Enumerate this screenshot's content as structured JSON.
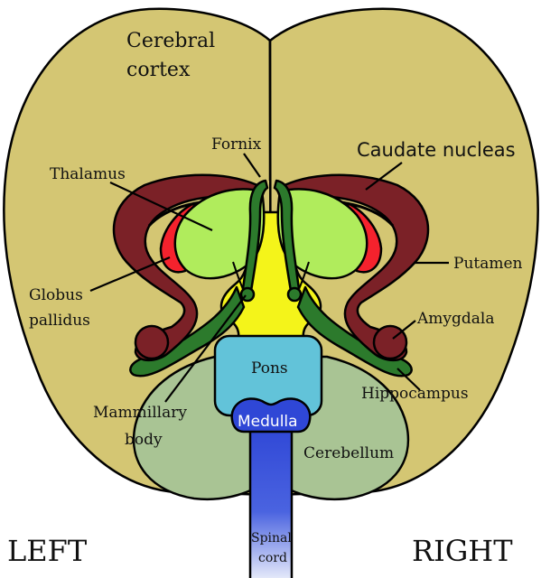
{
  "colors": {
    "cortex": "#d4c673",
    "thalamus": "#b0ec5c",
    "caudate": "#7b2127",
    "globus_pallidus": "#f5222d",
    "hippocampus": "#2c7a2c",
    "central_yellow": "#f4f41a",
    "pons": "#62c3d9",
    "medulla": "#2f47d6",
    "cerebellum": "#a9c494"
  },
  "labels": {
    "cerebral_cortex_1": "Cerebral",
    "cerebral_cortex_2": "cortex",
    "fornix": "Fornix",
    "caudate_nucleus": "Caudate nucleas",
    "thalamus": "Thalamus",
    "putamen": "Putamen",
    "globus_pallidus_1": "Globus",
    "globus_pallidus_2": "pallidus",
    "amygdala": "Amygdala",
    "pons": "Pons",
    "hippocampus": "Hippocampus",
    "mammillary_body_1": "Mammillary",
    "mammillary_body_2": "body",
    "medulla": "Medulla",
    "cerebellum": "Cerebellum",
    "spinal_cord_1": "Spinal",
    "spinal_cord_2": "cord"
  },
  "sides": {
    "left": "LEFT",
    "right": "RIGHT"
  }
}
